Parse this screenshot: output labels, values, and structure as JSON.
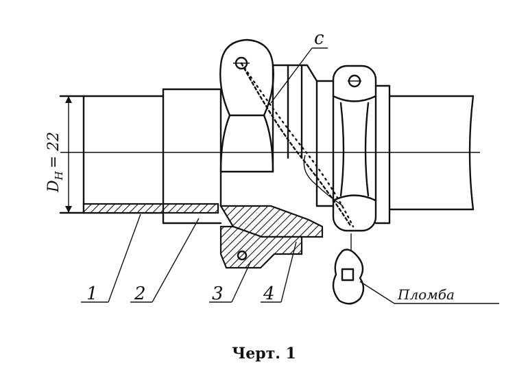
{
  "figure": {
    "dimension_label": "D",
    "dimension_subscript": "H",
    "dimension_value": "= 22",
    "label_wire": "с",
    "labels": [
      "1",
      "2",
      "3",
      "4"
    ],
    "seal_label": "Пломба",
    "caption": "Черт. 1"
  }
}
